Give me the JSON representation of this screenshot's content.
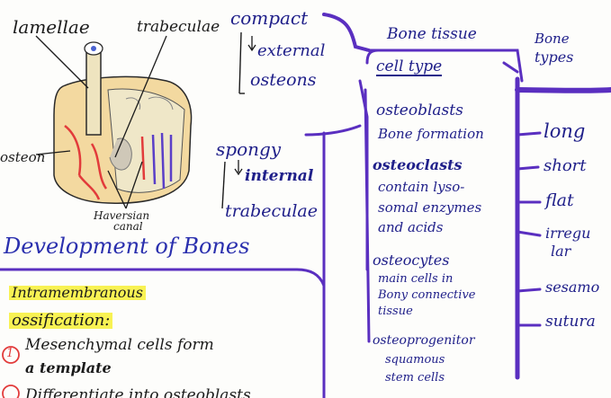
{
  "anatomy": {
    "lamellae": "lamellae",
    "trabeculae": "trabeculae",
    "osteon": "osteon",
    "haversian_1": "Haversian",
    "haversian_2": "canal"
  },
  "compact": {
    "title": "compact",
    "external": "external",
    "osteons": "osteons"
  },
  "spongy": {
    "title": "spongy",
    "internal": "internal",
    "trabeculae": "trabeculae"
  },
  "bone_tissue": {
    "title": "Bone tissue",
    "cell_type": "cell type",
    "cells": [
      {
        "name": "osteoblasts",
        "lines": [
          "Bone formation"
        ]
      },
      {
        "name": "osteoclasts",
        "lines": [
          "contain lyso-",
          "somal enzymes",
          "and acids"
        ]
      },
      {
        "name": "osteocytes",
        "lines": [
          "main cells in",
          "Bony connective",
          "tissue"
        ]
      },
      {
        "name": "osteoprogenitor",
        "lines": [
          "squamous",
          "stem cells"
        ]
      }
    ]
  },
  "bone_types": {
    "title_1": "Bone",
    "title_2": "types",
    "items": [
      "long",
      "short",
      "flat",
      "irregu",
      "lar",
      "sesamo",
      "sutura"
    ]
  },
  "development": {
    "title": "Development of Bones",
    "intramembranous_1": "Intramembranous",
    "intramembranous_2": "ossification:",
    "step1_number": "1",
    "step1_line1": "Mesenchymal cells form",
    "step1_line2": "a template",
    "step2_partial": "Differentiate into osteoblasts"
  },
  "colors": {
    "ink_purple": "#5a2fc0",
    "ink_blue": "#20208a",
    "highlight_yellow": "#f8f253",
    "marker_red": "#e23b3b"
  }
}
